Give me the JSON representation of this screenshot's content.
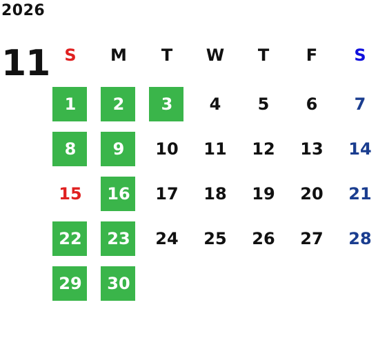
{
  "year": "2026",
  "month": "11",
  "weekdays": [
    "S",
    "M",
    "T",
    "W",
    "T",
    "F",
    "S"
  ],
  "colors": {
    "highlight": "#3ab54a",
    "sunday": "#e02020",
    "saturday": "#1a3d8f",
    "saturday_header": "#1010dd",
    "text": "#111111"
  },
  "weeks": [
    [
      {
        "d": "1",
        "hl": true
      },
      {
        "d": "2",
        "hl": true
      },
      {
        "d": "3",
        "hl": true
      },
      {
        "d": "4",
        "hl": false
      },
      {
        "d": "5",
        "hl": false
      },
      {
        "d": "6",
        "hl": false
      },
      {
        "d": "7",
        "hl": false
      }
    ],
    [
      {
        "d": "8",
        "hl": true
      },
      {
        "d": "9",
        "hl": true
      },
      {
        "d": "10",
        "hl": false
      },
      {
        "d": "11",
        "hl": false
      },
      {
        "d": "12",
        "hl": false
      },
      {
        "d": "13",
        "hl": false
      },
      {
        "d": "14",
        "hl": false
      }
    ],
    [
      {
        "d": "15",
        "hl": false
      },
      {
        "d": "16",
        "hl": true
      },
      {
        "d": "17",
        "hl": false
      },
      {
        "d": "18",
        "hl": false
      },
      {
        "d": "19",
        "hl": false
      },
      {
        "d": "20",
        "hl": false
      },
      {
        "d": "21",
        "hl": false
      }
    ],
    [
      {
        "d": "22",
        "hl": true
      },
      {
        "d": "23",
        "hl": true
      },
      {
        "d": "24",
        "hl": false
      },
      {
        "d": "25",
        "hl": false
      },
      {
        "d": "26",
        "hl": false
      },
      {
        "d": "27",
        "hl": false
      },
      {
        "d": "28",
        "hl": false
      }
    ],
    [
      {
        "d": "29",
        "hl": true
      },
      {
        "d": "30",
        "hl": true
      }
    ]
  ]
}
